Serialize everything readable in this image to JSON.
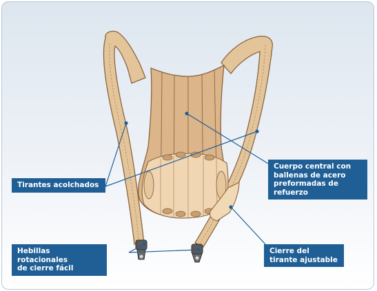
{
  "labels": {
    "tirantes": "Tirantes acolchados",
    "cuerpo": "Cuerpo central con\nballenas de acero\npreformadas de refuerzo",
    "hebillas": "Hebillas rotacionales\nde cierre fácil",
    "cierre": "Cierre del\ntirante ajustable"
  },
  "colors": {
    "label_bg": "#1f5f96",
    "leader_line": "#1f5f96",
    "strap_fill": "#e4c59a",
    "strap_stroke": "#8a6540",
    "panel_fill": "#dcb58a",
    "pad_fill": "#f0d6b2"
  }
}
